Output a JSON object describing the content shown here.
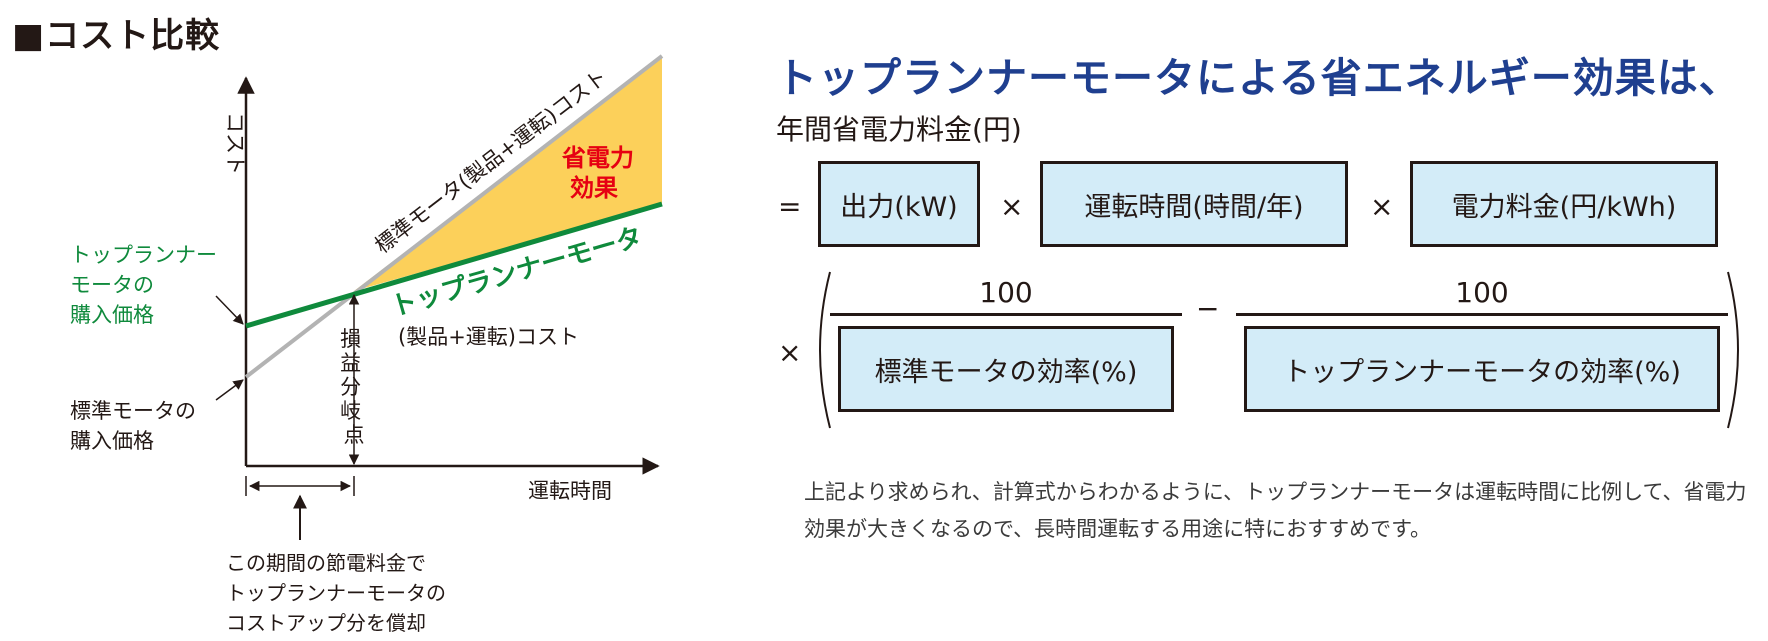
{
  "section_title": "■コスト比較",
  "chart": {
    "y_axis_label": "コスト",
    "x_axis_label": "運転時間",
    "standard_line_label": "標準モータ(製品+運転)コスト",
    "toprunner_line_label_main": "トップランナーモータ",
    "toprunner_line_label_sub": "(製品+運転)コスト",
    "savings_area_label_line1": "省電力",
    "savings_area_label_line2": "効果",
    "toprunner_price_label": [
      "トップランナー",
      "モータの",
      "購入価格"
    ],
    "standard_price_label": [
      "標準モータの",
      "購入価格"
    ],
    "breakeven_label": [
      "損",
      "益",
      "分",
      "岐",
      "点"
    ],
    "payback_note": [
      "この期間の節電料金で",
      "トップランナーモータの",
      "コストアップ分を償却"
    ],
    "colors": {
      "standard_line": "#b3b3b3",
      "toprunner_line": "#0f8a3c",
      "savings_fill": "#fcd05a",
      "savings_text": "#e60012",
      "toprunner_text": "#0f8a3c",
      "axis": "#231815"
    }
  },
  "right_panel": {
    "heading": "トップランナーモータによる省エネルギー効果は、",
    "formula_label": "年間省電力料金(円)",
    "equals": "=",
    "times": "×",
    "minus": "−",
    "box_output": "出力(kW)",
    "box_hours": "運転時間(時間/年)",
    "box_rate": "電力料金(円/kWh)",
    "numerator_left": "100",
    "numerator_right": "100",
    "box_std_eff": "標準モータの効率(%)",
    "box_tr_eff": "トップランナーモータの効率(%)",
    "note": "上記より求められ、計算式からわかるように、トップランナーモータは運転時間に比例して、省電力効果が大きくなるので、長時間運転する用途に特におすすめです。",
    "colors": {
      "heading": "#1f3f8f",
      "box_fill": "#d3ecf8"
    }
  }
}
